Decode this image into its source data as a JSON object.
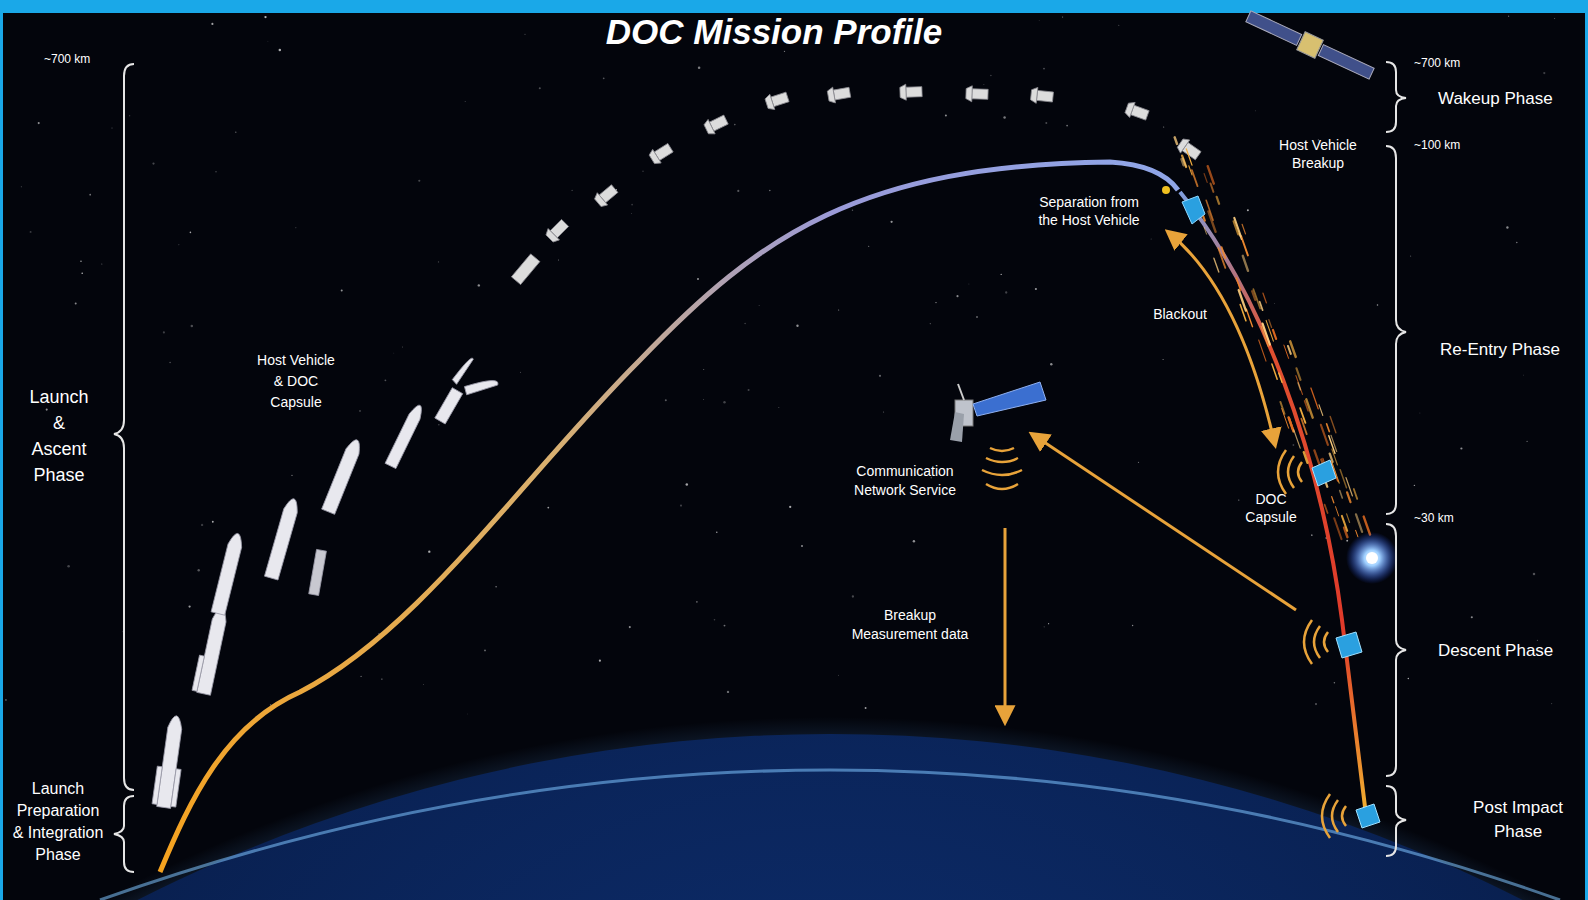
{
  "diagram": {
    "title": "DOC Mission Profile",
    "labels": [
      "~700 km",
      "Launch & Ascent Phase",
      "Launch Preparation & Integration Phase",
      "Host Vehicle & DOC Capsule",
      "Separation from the Host Vehicle",
      "Host Vehicle Breakup",
      "Blackout",
      "Communication Network Service",
      "Breakup Measurement data",
      "DOC Capsule",
      "~700 km",
      "Wakeup Phase",
      "~100 km",
      "Re-Entry Phase",
      "~30 km",
      "Descent Phase",
      "Post Impact Phase"
    ]
  }
}
